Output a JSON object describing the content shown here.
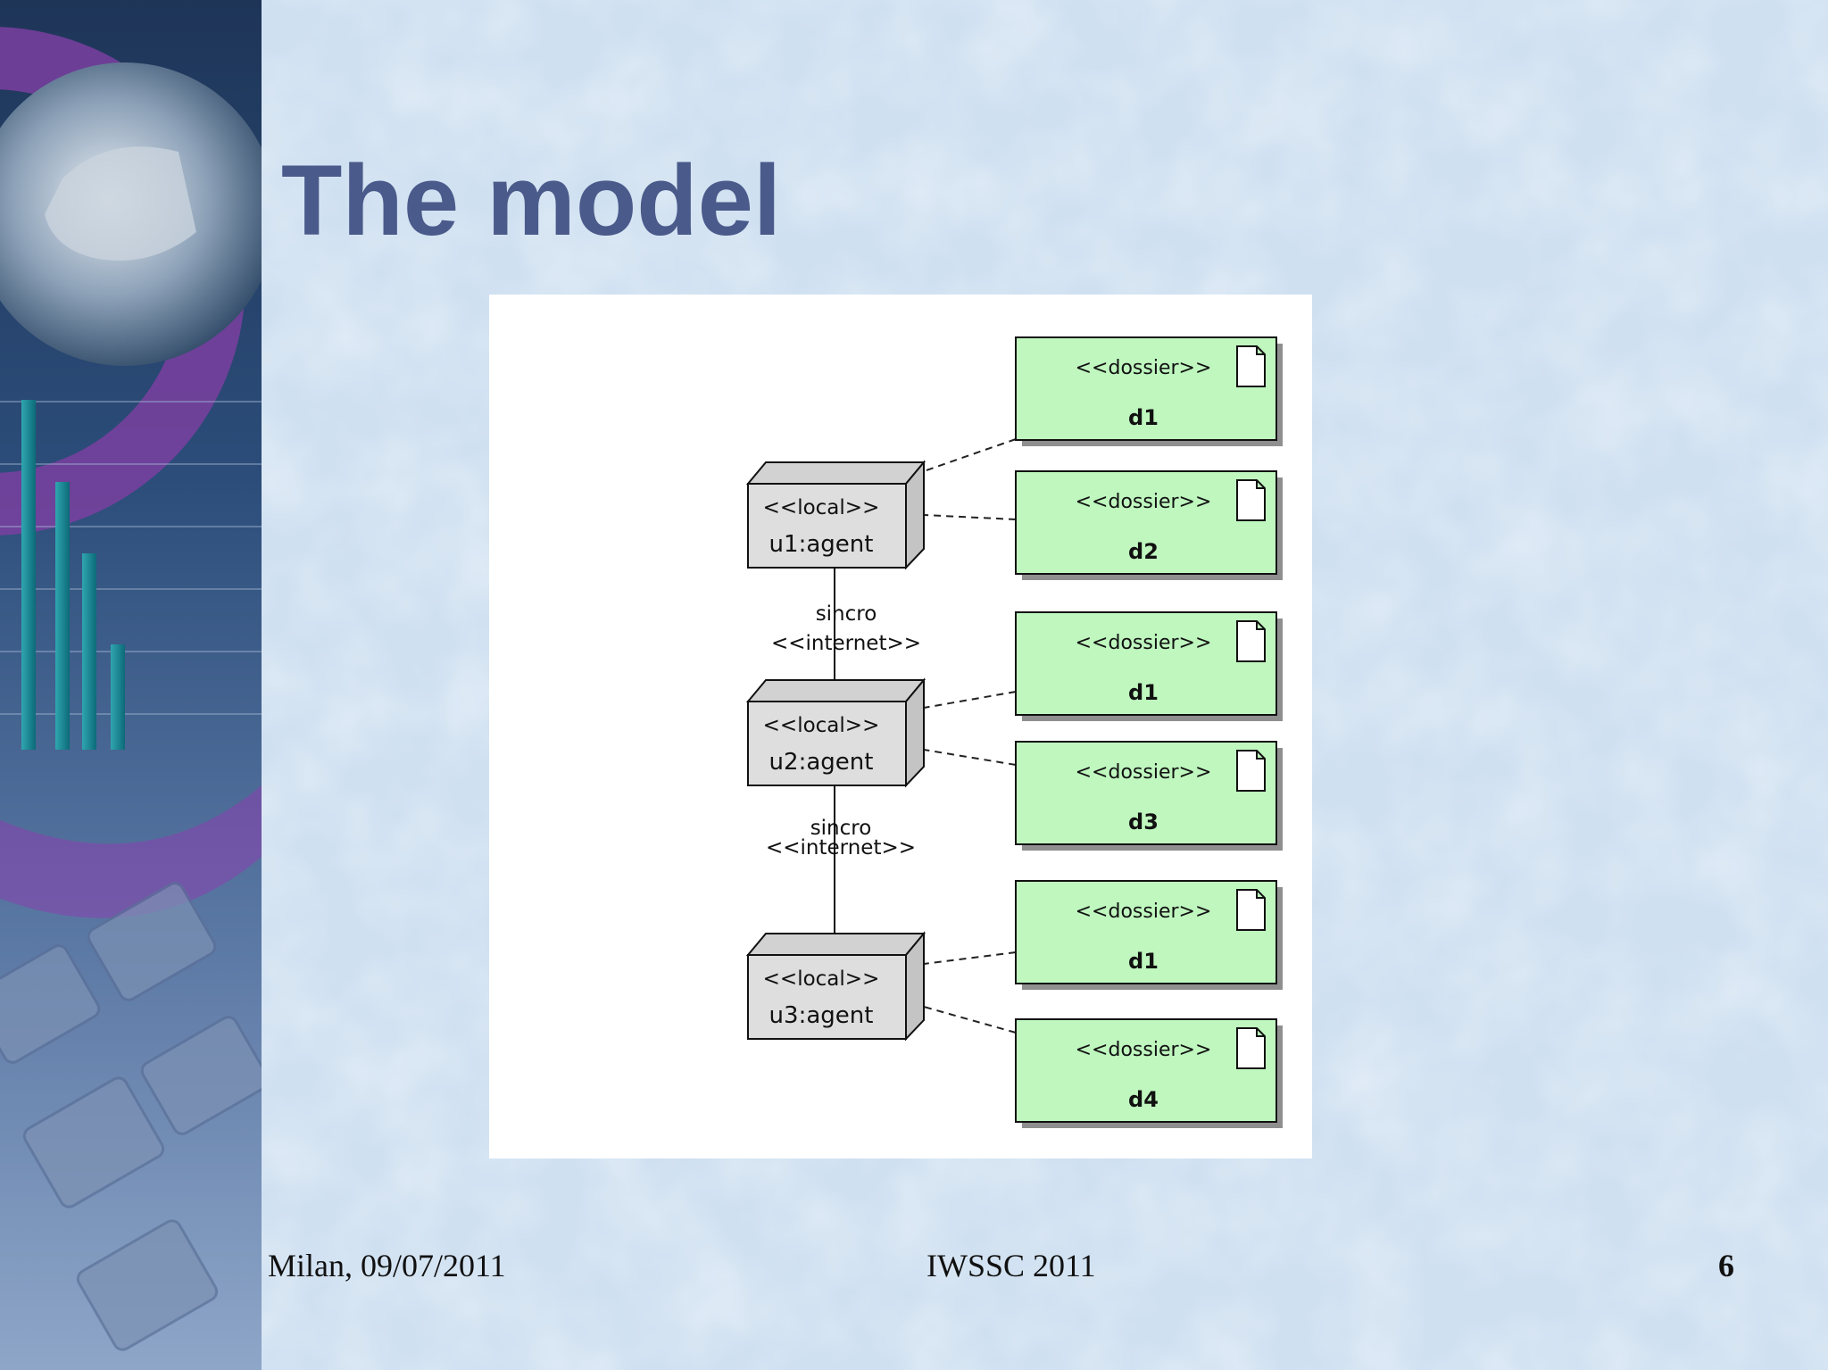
{
  "slide": {
    "title": "The model",
    "colors": {
      "title": "#4a5a8a",
      "background": "#cfe0f1",
      "dossier_fill": "#bff7bf",
      "node_fill": "#dedede"
    }
  },
  "diagram": {
    "nodes": [
      {
        "id": "u1",
        "stereotype": "<<local>>",
        "name": "u1:agent"
      },
      {
        "id": "u2",
        "stereotype": "<<local>>",
        "name": "u2:agent"
      },
      {
        "id": "u3",
        "stereotype": "<<local>>",
        "name": "u3:agent"
      }
    ],
    "links": [
      {
        "from": "u1",
        "to": "u2",
        "name": "sincro",
        "stereotype": "<<internet>>"
      },
      {
        "from": "u2",
        "to": "u3",
        "name": "sincro",
        "stereotype": "<<internet>>"
      }
    ],
    "dossiers": [
      {
        "owner": "u1",
        "stereotype": "<<dossier>>",
        "name": "d1"
      },
      {
        "owner": "u1",
        "stereotype": "<<dossier>>",
        "name": "d2"
      },
      {
        "owner": "u2",
        "stereotype": "<<dossier>>",
        "name": "d1"
      },
      {
        "owner": "u2",
        "stereotype": "<<dossier>>",
        "name": "d3"
      },
      {
        "owner": "u3",
        "stereotype": "<<dossier>>",
        "name": "d1"
      },
      {
        "owner": "u3",
        "stereotype": "<<dossier>>",
        "name": "d4"
      }
    ]
  },
  "footer": {
    "location_date": "Milan, 09/07/2011",
    "conference": "IWSSC 2011",
    "page_number": "6"
  }
}
